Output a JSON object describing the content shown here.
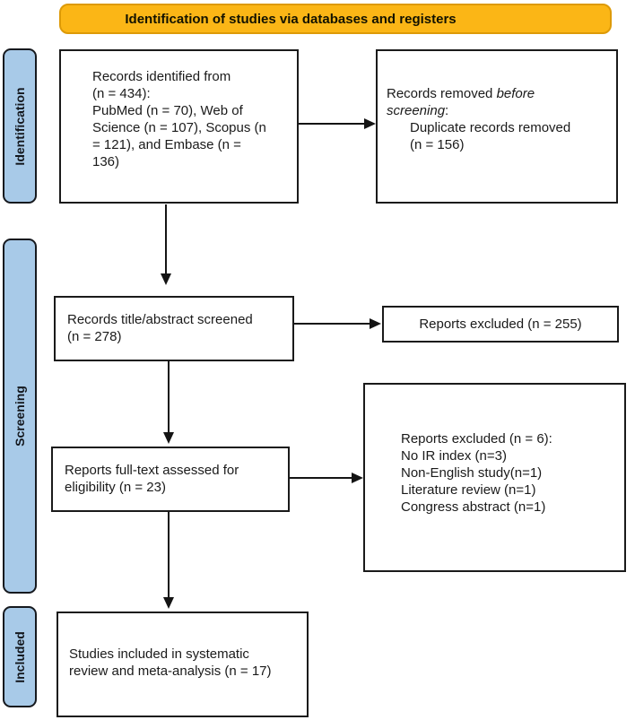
{
  "banner": {
    "label": "Identification of studies via databases and registers"
  },
  "stages": [
    {
      "label": "Identification"
    },
    {
      "label": "Screening"
    },
    {
      "label": "Included"
    }
  ],
  "boxes": {
    "records_identified": {
      "text": "Records identified from\n(n = 434):\nPubMed (n = 70), Web of\nScience (n = 107), Scopus (n\n= 121), and Embase (n =\n136)"
    },
    "records_removed": {
      "prefix": "Records removed ",
      "italic": "before\nscreening",
      "suffix": ":",
      "detail": "Duplicate records removed\n(n = 156)"
    },
    "records_screened": {
      "text": "Records title/abstract screened\n(n = 278)"
    },
    "reports_excluded_screening": {
      "text": "Reports excluded (n = 255)"
    },
    "reports_assessed": {
      "text": "Reports full-text assessed for\neligibility (n = 23)"
    },
    "reports_excluded_eligibility": {
      "text": "Reports excluded (n = 6):\nNo IR index (n=3)\nNon-English study(n=1)\nLiterature review (n=1)\nCongress abstract (n=1)"
    },
    "studies_included": {
      "text": "Studies included in systematic\nreview and meta-analysis (n = 17)"
    }
  },
  "colors": {
    "banner-fill": "#FBB616",
    "banner-border": "#DD9A07",
    "stage-fill": "#A8CAE8",
    "stage-border": "#16191E",
    "box-border": "#1A1A1A",
    "text": "#1A1A1A",
    "arrow": "#141414"
  }
}
